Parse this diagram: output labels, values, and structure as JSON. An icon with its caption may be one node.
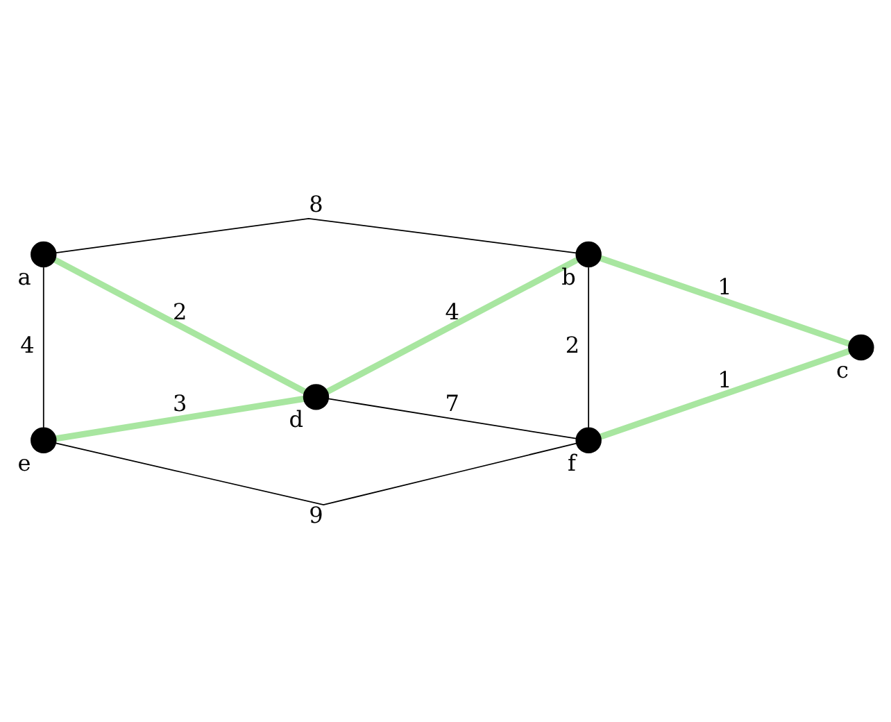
{
  "diagram": {
    "nodes": [
      {
        "text": [],
        "shape": "circle",
        "beside": [
          "a"
        ]
      },
      {
        "text": [],
        "shape": "circle",
        "beside": [
          "b"
        ]
      },
      {
        "text": [],
        "shape": "circle",
        "beside": [
          "c"
        ]
      },
      {
        "text": [],
        "shape": "circle",
        "beside": [
          "d"
        ]
      },
      {
        "text": [],
        "shape": "circle",
        "beside": [
          "e"
        ]
      },
      {
        "text": [],
        "shape": "circle",
        "beside": [
          "f"
        ]
      }
    ],
    "edges": [
      {
        "from": 0,
        "to": 1,
        "arrow": "none",
        "label": "8"
      },
      {
        "from": 0,
        "to": 3,
        "arrow": "none",
        "label": "2",
        "style": "thick",
        "color": "#a8e6a0"
      },
      {
        "from": 0,
        "to": 4,
        "arrow": "none",
        "label": "4"
      },
      {
        "from": 3,
        "to": 1,
        "arrow": "none",
        "label": "4",
        "style": "thick",
        "color": "#a8e6a0"
      },
      {
        "from": 1,
        "to": 2,
        "arrow": "none",
        "label": "1",
        "style": "thick",
        "color": "#a8e6a0"
      },
      {
        "from": 1,
        "to": 5,
        "arrow": "none",
        "label": "2"
      },
      {
        "from": 2,
        "to": 5,
        "arrow": "none",
        "label": "1",
        "style": "thick",
        "color": "#a8e6a0"
      },
      {
        "from": 4,
        "to": 3,
        "arrow": "none",
        "label": "3",
        "style": "thick",
        "color": "#a8e6a0"
      },
      {
        "from": 3,
        "to": 5,
        "arrow": "none",
        "label": "7"
      },
      {
        "from": 4,
        "to": 5,
        "arrow": "none",
        "label": "9"
      }
    ]
  }
}
